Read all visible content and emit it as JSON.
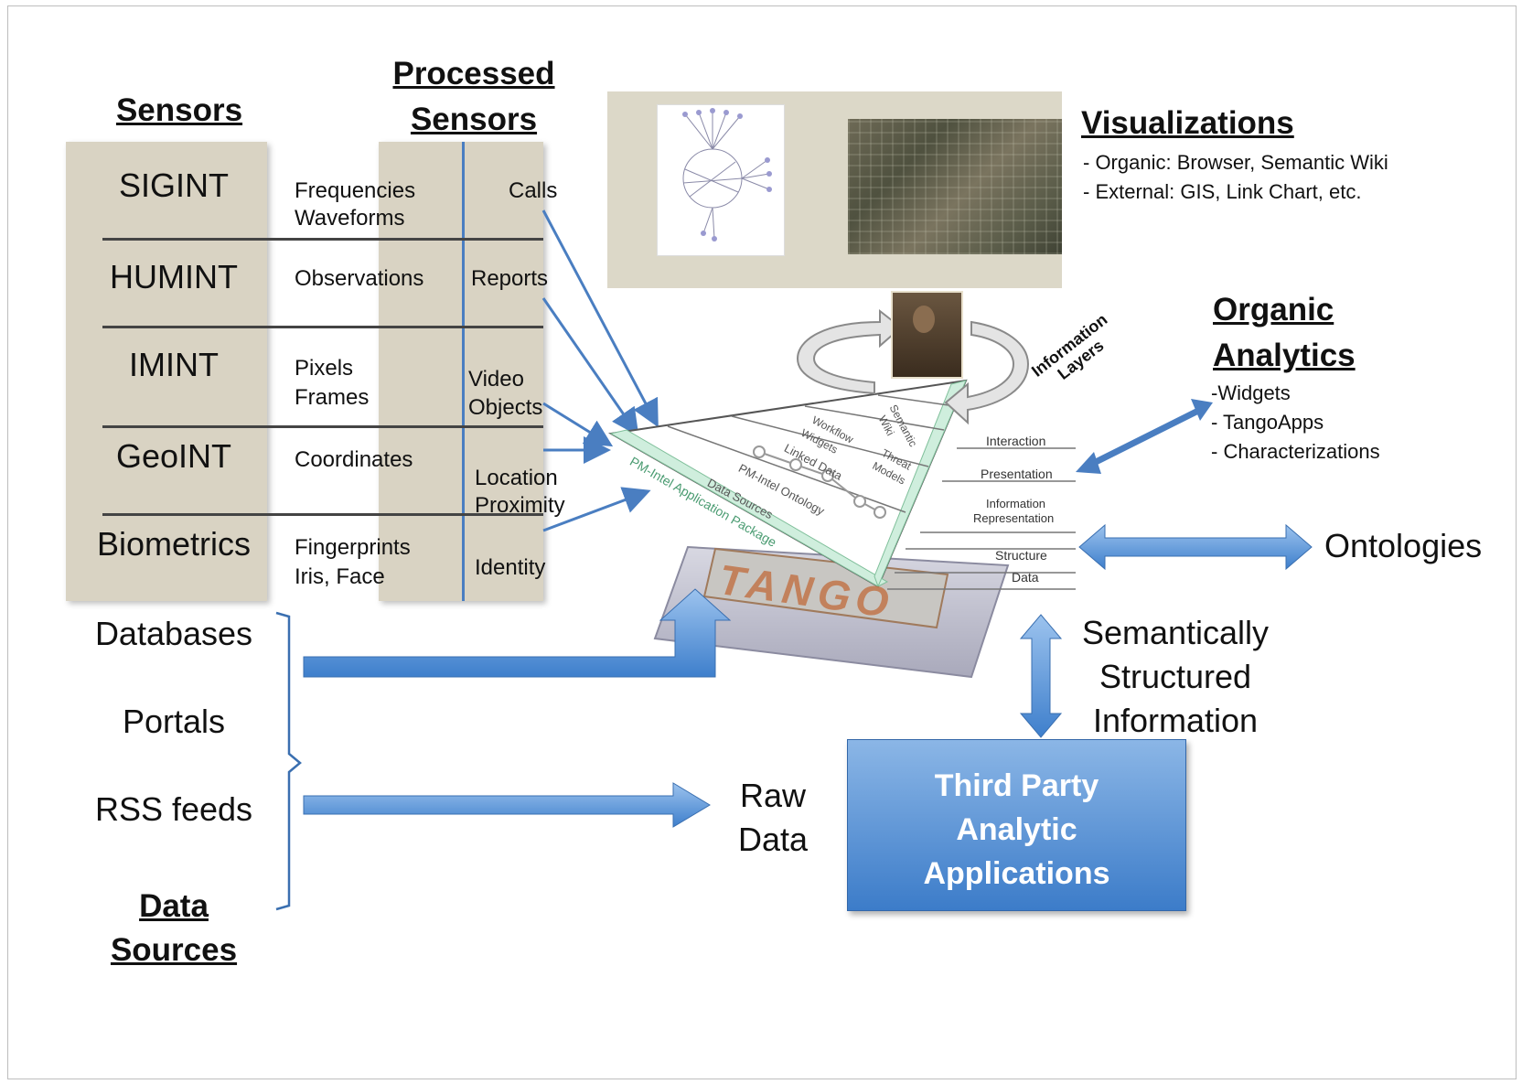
{
  "headings": {
    "sensors": "Sensors",
    "processed_sensors_1": "Processed",
    "processed_sensors_2": "Sensors",
    "visualizations": "Visualizations",
    "organic_analytics_1": "Organic",
    "organic_analytics_2": "Analytics",
    "data_sources_1": "Data",
    "data_sources_2": "Sources"
  },
  "sensor_rows": [
    {
      "sensor": "SIGINT",
      "raw_1": "Frequencies",
      "raw_2": "Waveforms",
      "processed_1": "Calls",
      "processed_2": ""
    },
    {
      "sensor": "HUMINT",
      "raw_1": "Observations",
      "raw_2": "",
      "processed_1": "Reports",
      "processed_2": ""
    },
    {
      "sensor": "IMINT",
      "raw_1": "Pixels",
      "raw_2": "Frames",
      "processed_1": "Video",
      "processed_2": "Objects"
    },
    {
      "sensor": "GeoINT",
      "raw_1": "Coordinates",
      "raw_2": "",
      "processed_1": "Location",
      "processed_2": "Proximity"
    },
    {
      "sensor": "Biometrics",
      "raw_1": "Fingerprints",
      "raw_2": "Iris, Face",
      "processed_1": "Identity",
      "processed_2": ""
    }
  ],
  "visualizations": {
    "items": [
      "- Organic: Browser, Semantic Wiki",
      "- External: GIS, Link Chart, etc."
    ]
  },
  "organic_analytics": {
    "items": [
      "-Widgets",
      "- TangoApps",
      "- Characterizations"
    ]
  },
  "pyramid": {
    "information_layers_1": "Information",
    "information_layers_2": "Layers",
    "layers": [
      "Interaction",
      "Presentation",
      "Information",
      "Representation",
      "Structure",
      "Data"
    ],
    "inner_labels": [
      "Semantic",
      "Wiki",
      "Workflow",
      "Widgets",
      "Threat",
      "Models",
      "Linked Data",
      "PM-Intel Ontology",
      "Data Sources",
      "PM-Intel Application Package"
    ],
    "platform": "TANGO"
  },
  "ontologies": "Ontologies",
  "semantically_structured": [
    "Semantically",
    "Structured",
    "Information"
  ],
  "data_sources": [
    "Databases",
    "Portals",
    "RSS feeds"
  ],
  "raw_data": [
    "Raw",
    "Data"
  ],
  "third_party": [
    "Third Party",
    "Analytic",
    "Applications"
  ],
  "colors": {
    "arrow": "#4a7ec1",
    "panel": "#d9d3c3",
    "box": "#4b88d0"
  }
}
